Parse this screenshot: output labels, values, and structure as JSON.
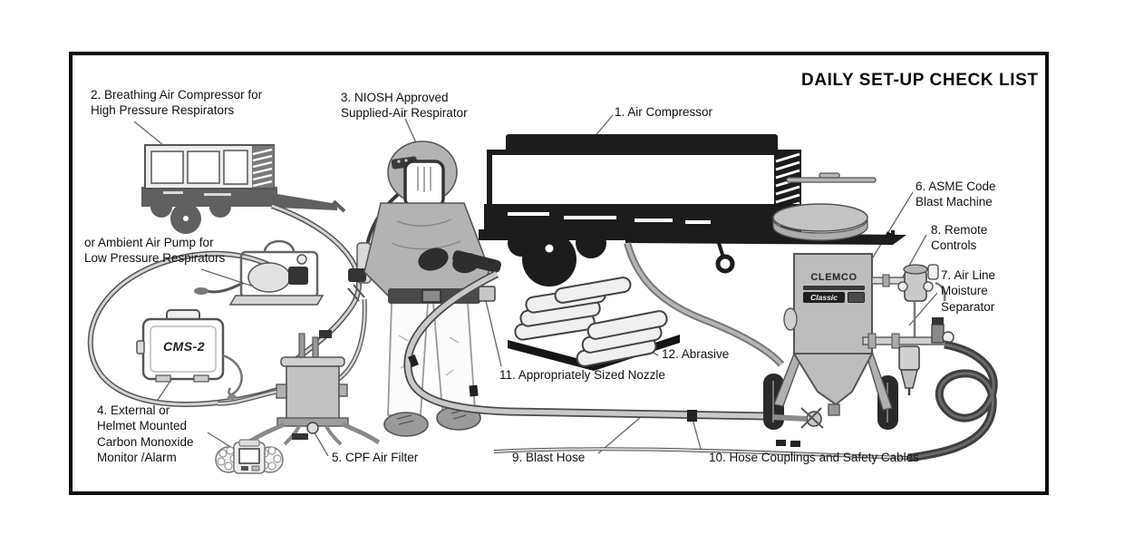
{
  "title": "DAILY SET-UP CHECK LIST",
  "labels": {
    "air_compressor": "1. Air Compressor",
    "breathing_air_compressor": "2. Breathing Air Compressor for\nHigh Pressure Respirators",
    "niosh_respirator": "3. NIOSH Approved\nSupplied-Air Respirator",
    "ambient_air_pump": "or Ambient Air Pump for\nLow Pressure Respirators",
    "co_monitor": "4. External or\nHelmet Mounted\nCarbon Monoxide\nMonitor /Alarm",
    "cpf_air_filter": "5. CPF Air Filter",
    "blast_machine": "6. ASME Code\nBlast Machine",
    "moisture_separator": "7. Air Line\nMoisture\nSeparator",
    "remote_controls": "8. Remote\nControls",
    "blast_hose": "9. Blast Hose",
    "hose_couplings": "10. Hose Couplings and Safety Cables",
    "nozzle": "11. Appropriately Sized Nozzle",
    "abrasive": "12. Abrasive"
  },
  "branding": {
    "monitor_model": "CMS-2",
    "machine_brand": "CLEMCO",
    "machine_model": "Classic"
  },
  "colors": {
    "ink": "#111111",
    "silhouette": "#1c1c1c",
    "mid_gray": "#606060",
    "equipment_gray": "#bdbdbd",
    "hose_gray": "#c9c9c9",
    "dark_hose": "#3f3f3f"
  }
}
